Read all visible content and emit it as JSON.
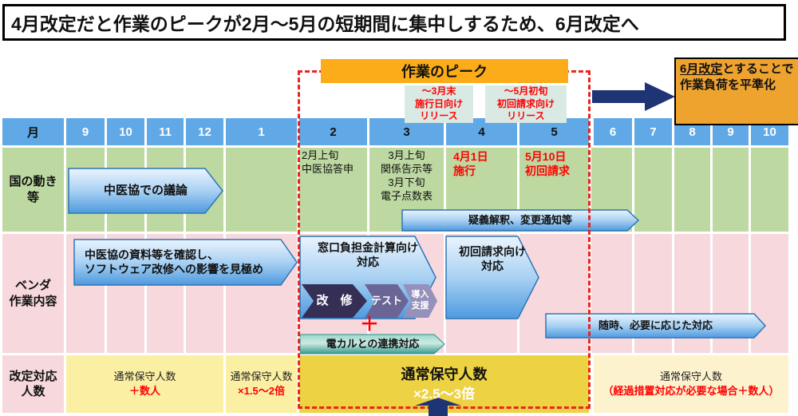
{
  "title": "4月改定だと作業のピークが2月～5月の短期間に集中しするため、6月改定へ",
  "peak_label": "作業のピーク",
  "release_notes": {
    "march": "～3月末\n施行日向け\nリリース",
    "may": "～5月初旬\n初回請求向け\nリリース"
  },
  "summary_box": {
    "underlined": "6月改定",
    "rest": "とすることで作業負荷を平準化"
  },
  "timeline": {
    "header_label": "月",
    "months": [
      "9",
      "10",
      "11",
      "12",
      "1",
      "2",
      "3",
      "4",
      "5",
      "6",
      "7",
      "8",
      "9",
      "10"
    ]
  },
  "rows": {
    "national": {
      "label": "国の動き\n等",
      "discussion_arrow": "中医協での議論",
      "note_feb": "2月上旬\n中医協答申",
      "note_mar": "3月上旬\n関係告示等\n3月下旬\n電子点数表",
      "note_apr": "4月1日\n施行",
      "note_may": "5月10日\n初回請求",
      "inquiry_arrow": "疑義解釈、変更通知等"
    },
    "vendor": {
      "label": "ベンダ\n作業内容",
      "review_arrow": "中医協の資料等を確認し、\nソフトウェア改修への影響を見極め",
      "window_arrow": "窓口負担金計算向け\n対応",
      "phase_kaishu": "改　修",
      "phase_test": "テスト",
      "phase_donyu": "導入\n支援",
      "plus": "＋",
      "ehr_arrow": "電カルとの連携対応",
      "first_claim_arrow": "初回請求向け\n対応",
      "ongoing_arrow": "随時、必要に応じた対応"
    },
    "staff": {
      "label": "改定対応\n人数",
      "cell_sep_dec": {
        "base": "通常保守人数",
        "extra": "＋数人"
      },
      "cell_jan": {
        "base": "通常保守人数",
        "extra": "×1.5～2倍"
      },
      "cell_feb_may": {
        "base": "通常保守人数",
        "extra": "×2.5～3倍"
      },
      "cell_jun_oct": {
        "base": "通常保守人数",
        "extra": "（経過措置対応が必要な場合＋数人）"
      }
    }
  },
  "colors": {
    "peak_orange": "#FBAC18",
    "summary_orange": "#EFA32F",
    "header_blue": "#60A8E6",
    "national_green": "#BDD8A1",
    "vendor_pink": "#F6D8DD",
    "staff_yellow": "#FBEFA4",
    "staff_gold": "#EDD243",
    "navy": "#1E3575",
    "alert_red": "#FF0000",
    "dash_red": "#E8251F",
    "phase_dark": "#352F56",
    "phase_mid": "#6A6595",
    "phase_light": "#9591BC"
  }
}
